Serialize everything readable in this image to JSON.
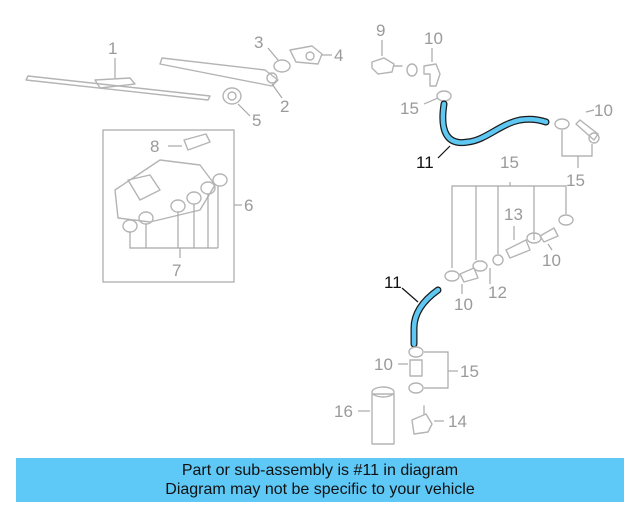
{
  "callouts": {
    "c1": "1",
    "c2": "2",
    "c3": "3",
    "c4": "4",
    "c5": "5",
    "c6": "6",
    "c7": "7",
    "c8": "8",
    "c9": "9",
    "c10a": "10",
    "c10b": "10",
    "c10c": "10",
    "c10d": "10",
    "c10e": "10",
    "c11a": "11",
    "c11b": "11",
    "c12": "12",
    "c13": "13",
    "c14": "14",
    "c15a": "15",
    "c15b": "15",
    "c15c": "15",
    "c15d": "15",
    "c16": "16"
  },
  "highlight_color": "#5ec8f7",
  "banner": {
    "line1": "Part or sub-assembly is #11 in diagram",
    "line2": "Diagram may not be specific to your vehicle"
  }
}
